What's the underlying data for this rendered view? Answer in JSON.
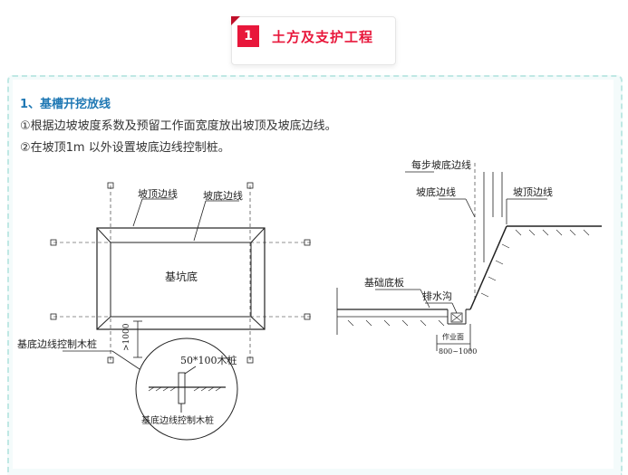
{
  "header": {
    "number": "1",
    "title": "土方及支护工程"
  },
  "section": {
    "heading": "1、基槽开挖放线",
    "steps": [
      "①根据边坡坡度系数及预留工作面宽度放出坡顶及坡底边线。",
      "②在坡顶1m 以外设置坡底边线控制桩。"
    ]
  },
  "plan_diagram": {
    "top_edge_label": "坡顶边线",
    "bottom_edge_label": "坡底边线",
    "pit_label": "基坑底",
    "dim_label": ">1000",
    "stake_label": "基底边线控制木桩",
    "detail_size_label": "50*100木桩",
    "detail_caption": "基底边线控制木桩"
  },
  "section_diagram": {
    "slope_label": "每步坡底边线",
    "bottom_edge_label": "坡底边线",
    "top_edge_label": "坡顶边线",
    "cushion_label": "基础底板",
    "drain_label": "排水沟",
    "work_face_label": "作业面",
    "work_face_dim": "800~1000"
  }
}
